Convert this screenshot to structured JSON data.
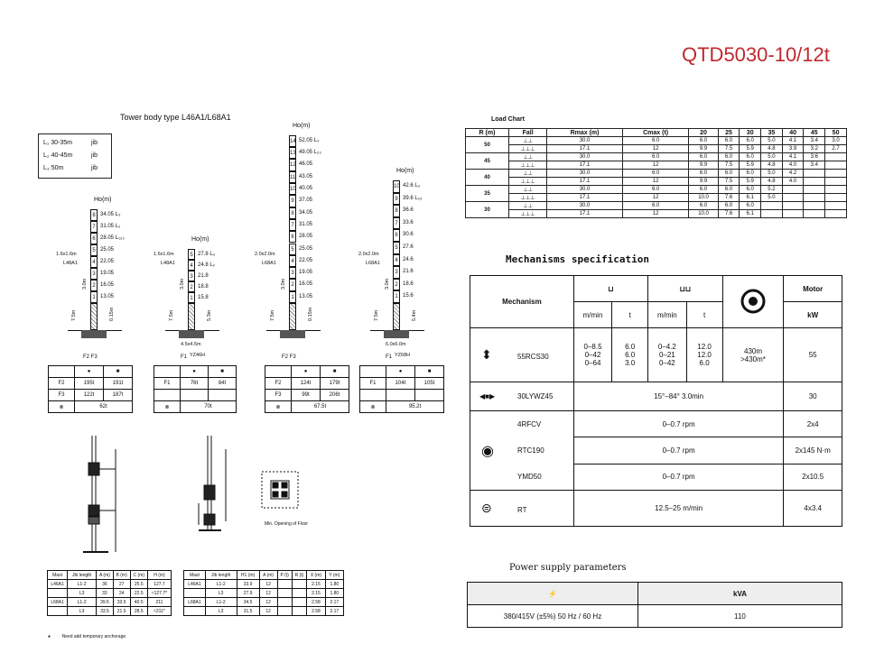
{
  "title": "QTD5030-10/12t",
  "tower_body_type": "Tower body  type   L46A1/L68A1",
  "jib_legend": [
    {
      "sym": "L₁",
      "range": "30-35m",
      "unit": "jib"
    },
    {
      "sym": "L₂",
      "range": "40-45m",
      "unit": "jib"
    },
    {
      "sym": "L₃",
      "range": "50m",
      "unit": "jib"
    }
  ],
  "towers": {
    "t1": {
      "ho_label": "Ho(m)",
      "levels": [
        {
          "n": "8",
          "h": "34.05",
          "tag": "L₃"
        },
        {
          "n": "7",
          "h": "31.05",
          "tag": "L₂"
        },
        {
          "n": "6",
          "h": "28.05",
          "tag": "L₁₂₃"
        },
        {
          "n": "5",
          "h": "25.05",
          "tag": ""
        },
        {
          "n": "4",
          "h": "22.05",
          "tag": ""
        },
        {
          "n": "3",
          "h": "19.05",
          "tag": ""
        },
        {
          "n": "2",
          "h": "16.05",
          "tag": ""
        },
        {
          "n": "1",
          "h": "13.05",
          "tag": ""
        }
      ],
      "base": "1.6x1.6m",
      "mast": "L48A1",
      "dim1": "3.0m",
      "dim2": "7.5m",
      "dim3": "0.15m",
      "f_labels": "F2  F3"
    },
    "t2": {
      "ho_label": "Ho(m)",
      "levels": [
        {
          "n": "5",
          "h": "27.8",
          "tag": "L₃"
        },
        {
          "n": "4",
          "h": "24.8",
          "tag": "L₂"
        },
        {
          "n": "3",
          "h": "21.8",
          "tag": ""
        },
        {
          "n": "2",
          "h": "18.8",
          "tag": ""
        },
        {
          "n": "1",
          "h": "15.8",
          "tag": ""
        }
      ],
      "base": "1.6x1.6m",
      "mast": "L48A1",
      "dim1": "3.0m",
      "dim2": "7.5m",
      "dim3": "5.3m",
      "foot": "4.5x4.5m",
      "f_labels": "F1",
      "chassis": "YZ46H"
    },
    "t3": {
      "ho_label": "Ho(m)",
      "levels": [
        {
          "n": "14",
          "h": "52.05",
          "tag": "L₃"
        },
        {
          "n": "13",
          "h": "49.05",
          "tag": "L₂₃"
        },
        {
          "n": "12",
          "h": "46.05",
          "tag": ""
        },
        {
          "n": "11",
          "h": "43.05",
          "tag": ""
        },
        {
          "n": "10",
          "h": "40.05",
          "tag": ""
        },
        {
          "n": "9",
          "h": "37.05",
          "tag": ""
        },
        {
          "n": "8",
          "h": "34.05",
          "tag": ""
        },
        {
          "n": "7",
          "h": "31.05",
          "tag": ""
        },
        {
          "n": "6",
          "h": "28.05",
          "tag": ""
        },
        {
          "n": "5",
          "h": "25.05",
          "tag": ""
        },
        {
          "n": "4",
          "h": "22.05",
          "tag": ""
        },
        {
          "n": "3",
          "h": "19.05",
          "tag": ""
        },
        {
          "n": "2",
          "h": "16.05",
          "tag": ""
        },
        {
          "n": "1",
          "h": "13.05",
          "tag": ""
        }
      ],
      "base": "2.0x2.0m",
      "mast": "L68A1",
      "dim1": "3.0m",
      "dim2": "7.5m",
      "dim3": "0.15m",
      "f_labels": "F2  F3"
    },
    "t4": {
      "ho_label": "Ho(m)",
      "levels": [
        {
          "n": "10",
          "h": "42.6",
          "tag": "L₃"
        },
        {
          "n": "9",
          "h": "39.6",
          "tag": "L₂₃"
        },
        {
          "n": "8",
          "h": "36.6",
          "tag": ""
        },
        {
          "n": "7",
          "h": "33.6",
          "tag": ""
        },
        {
          "n": "6",
          "h": "30.6",
          "tag": ""
        },
        {
          "n": "5",
          "h": "27.6",
          "tag": ""
        },
        {
          "n": "4",
          "h": "24.6",
          "tag": ""
        },
        {
          "n": "3",
          "h": "21.6",
          "tag": ""
        },
        {
          "n": "2",
          "h": "18.6",
          "tag": ""
        },
        {
          "n": "1",
          "h": "15.6",
          "tag": ""
        }
      ],
      "base": "2.0x2.0m",
      "mast": "L68A1",
      "dim1": "3.0m",
      "dim2": "7.5m",
      "dim3": "5.4m",
      "foot": "6.0x6.0m",
      "f_labels": "F1",
      "chassis": "YZ68H"
    }
  },
  "force_tables": {
    "ft1": {
      "rows": [
        {
          "k": "F2",
          "a": "195t",
          "b": "191t"
        },
        {
          "k": "F3",
          "a": "122t",
          "b": "187t"
        }
      ],
      "w": "62t"
    },
    "ft2": {
      "rows": [
        {
          "k": "F1",
          "a": "76t",
          "b": "84t"
        }
      ],
      "w": "70t"
    },
    "ft3": {
      "rows": [
        {
          "k": "F2",
          "a": "124t",
          "b": "179t"
        },
        {
          "k": "F3",
          "a": "99t",
          "b": "206t"
        }
      ],
      "w": "67.5t"
    },
    "ft4": {
      "rows": [
        {
          "k": "F1",
          "a": "104t",
          "b": "105t"
        }
      ],
      "w": "95.2t"
    }
  },
  "min_opening": "Min. Opening of Floor",
  "anchor_note": "Need add temporary anchorage",
  "btable1": {
    "headers": [
      "Mast",
      "Jib length",
      "A (m)",
      "B (m)",
      "C (m)",
      "H (m)"
    ],
    "rows": [
      [
        "L46A1",
        "L1-2",
        "36",
        "27",
        "25.5",
        "127.7"
      ],
      [
        "",
        "L3",
        "33",
        "24",
        "22.5",
        "≈127.7*"
      ],
      [
        "L68A1",
        "L1-2",
        "39.5",
        "33.5",
        "40.5",
        "211"
      ],
      [
        "",
        "L3",
        "33.5",
        "21.5",
        "28.5",
        "≈211*"
      ]
    ]
  },
  "btable2": {
    "headers": [
      "Mast",
      "Jib length",
      "H1 (m)",
      "A (m)",
      "P (t)",
      "R (t)",
      "X (m)",
      "Y (m)"
    ],
    "rows": [
      [
        "L46A1",
        "L1-2",
        "33.9",
        "12",
        "",
        "",
        "2.15",
        "1.80"
      ],
      [
        "",
        "L3",
        "27.9",
        "12",
        "",
        "",
        "2.15",
        "1.80"
      ],
      [
        "L68A1",
        "L1-2",
        "34.5",
        "12",
        "",
        "",
        "2.58",
        "2.17"
      ],
      [
        "",
        "L3",
        "31.5",
        "12",
        "",
        "",
        "2.58",
        "2.17"
      ]
    ]
  },
  "load_chart": {
    "title": "Load Chart",
    "col_r": "R (m)",
    "col_fall": "Fall",
    "col_rmax": "Rmax (m)",
    "col_cmax": "Cmax (t)",
    "radii": [
      "20",
      "25",
      "30",
      "35",
      "40",
      "45",
      "50"
    ],
    "groups": [
      {
        "r": "50",
        "rows": [
          [
            "30.0",
            "6.0",
            "6.0",
            "6.0",
            "6.0",
            "5.0",
            "4.1",
            "3.4",
            "3.0"
          ],
          [
            "17.1",
            "12",
            "9.9",
            "7.5",
            "5.9",
            "4.8",
            "3.9",
            "3.2",
            "2.7"
          ]
        ]
      },
      {
        "r": "45",
        "rows": [
          [
            "30.0",
            "6.0",
            "6.0",
            "6.0",
            "6.0",
            "5.0",
            "4.1",
            "3.6",
            ""
          ],
          [
            "17.1",
            "12",
            "9.9",
            "7.5",
            "5.9",
            "4.8",
            "4.0",
            "3.4",
            ""
          ]
        ]
      },
      {
        "r": "40",
        "rows": [
          [
            "30.0",
            "6.0",
            "6.0",
            "6.0",
            "6.0",
            "5.0",
            "4.2",
            "",
            ""
          ],
          [
            "17.1",
            "12",
            "9.9",
            "7.5",
            "5.9",
            "4.8",
            "4.0",
            "",
            ""
          ]
        ]
      },
      {
        "r": "35",
        "rows": [
          [
            "30.0",
            "6.0",
            "6.0",
            "6.0",
            "6.0",
            "5.2",
            "",
            "",
            ""
          ],
          [
            "17.1",
            "12",
            "10.0",
            "7.6",
            "6.1",
            "5.0",
            "",
            "",
            ""
          ]
        ]
      },
      {
        "r": "30",
        "rows": [
          [
            "30.0",
            "6.0",
            "6.0",
            "6.0",
            "6.0",
            "",
            "",
            "",
            ""
          ],
          [
            "17.1",
            "12",
            "10.0",
            "7.6",
            "6.1",
            "",
            "",
            "",
            ""
          ]
        ]
      }
    ]
  },
  "mechanisms": {
    "heading": "Mechanisms specification",
    "col_mechanism": "Mechanism",
    "col_mmin1": "m/min",
    "col_t1": "t",
    "col_mmin2": "m/min",
    "col_t2": "t",
    "col_motor": "Motor",
    "col_kw": "kW",
    "hoist": {
      "name": "55RCS30",
      "speeds1": [
        "0–8.5",
        "0–42",
        "0–64"
      ],
      "loads1": [
        "6.0",
        "6.0",
        "3.0"
      ],
      "speeds2": [
        "0–4.2",
        "0–21",
        "0–42"
      ],
      "loads2": [
        "12.0",
        "12.0",
        "6.0"
      ],
      "drum": "430m\n>430m*",
      "kw": "55"
    },
    "luffing": {
      "name": "30LYWZ45",
      "spec": "15°–84°   3.0min",
      "kw": "30"
    },
    "slewing": [
      {
        "name": "4RFCV",
        "spec": "0–0.7 rpm",
        "kw": "2x4"
      },
      {
        "name": "RTC190",
        "spec": "0–0.7 rpm",
        "kw": "2x145 N·m"
      },
      {
        "name": "YMD50",
        "spec": "0–0.7 rpm",
        "kw": "2x10.5"
      }
    ],
    "travel": {
      "name": "RT",
      "spec": "12.5–25 m/min",
      "kw": "4x3.4"
    }
  },
  "power": {
    "heading": "Power supply parameters",
    "col_kva": "kVA",
    "voltage": "380/415V (±5%)      50 Hz / 60 Hz",
    "kva": "110"
  }
}
